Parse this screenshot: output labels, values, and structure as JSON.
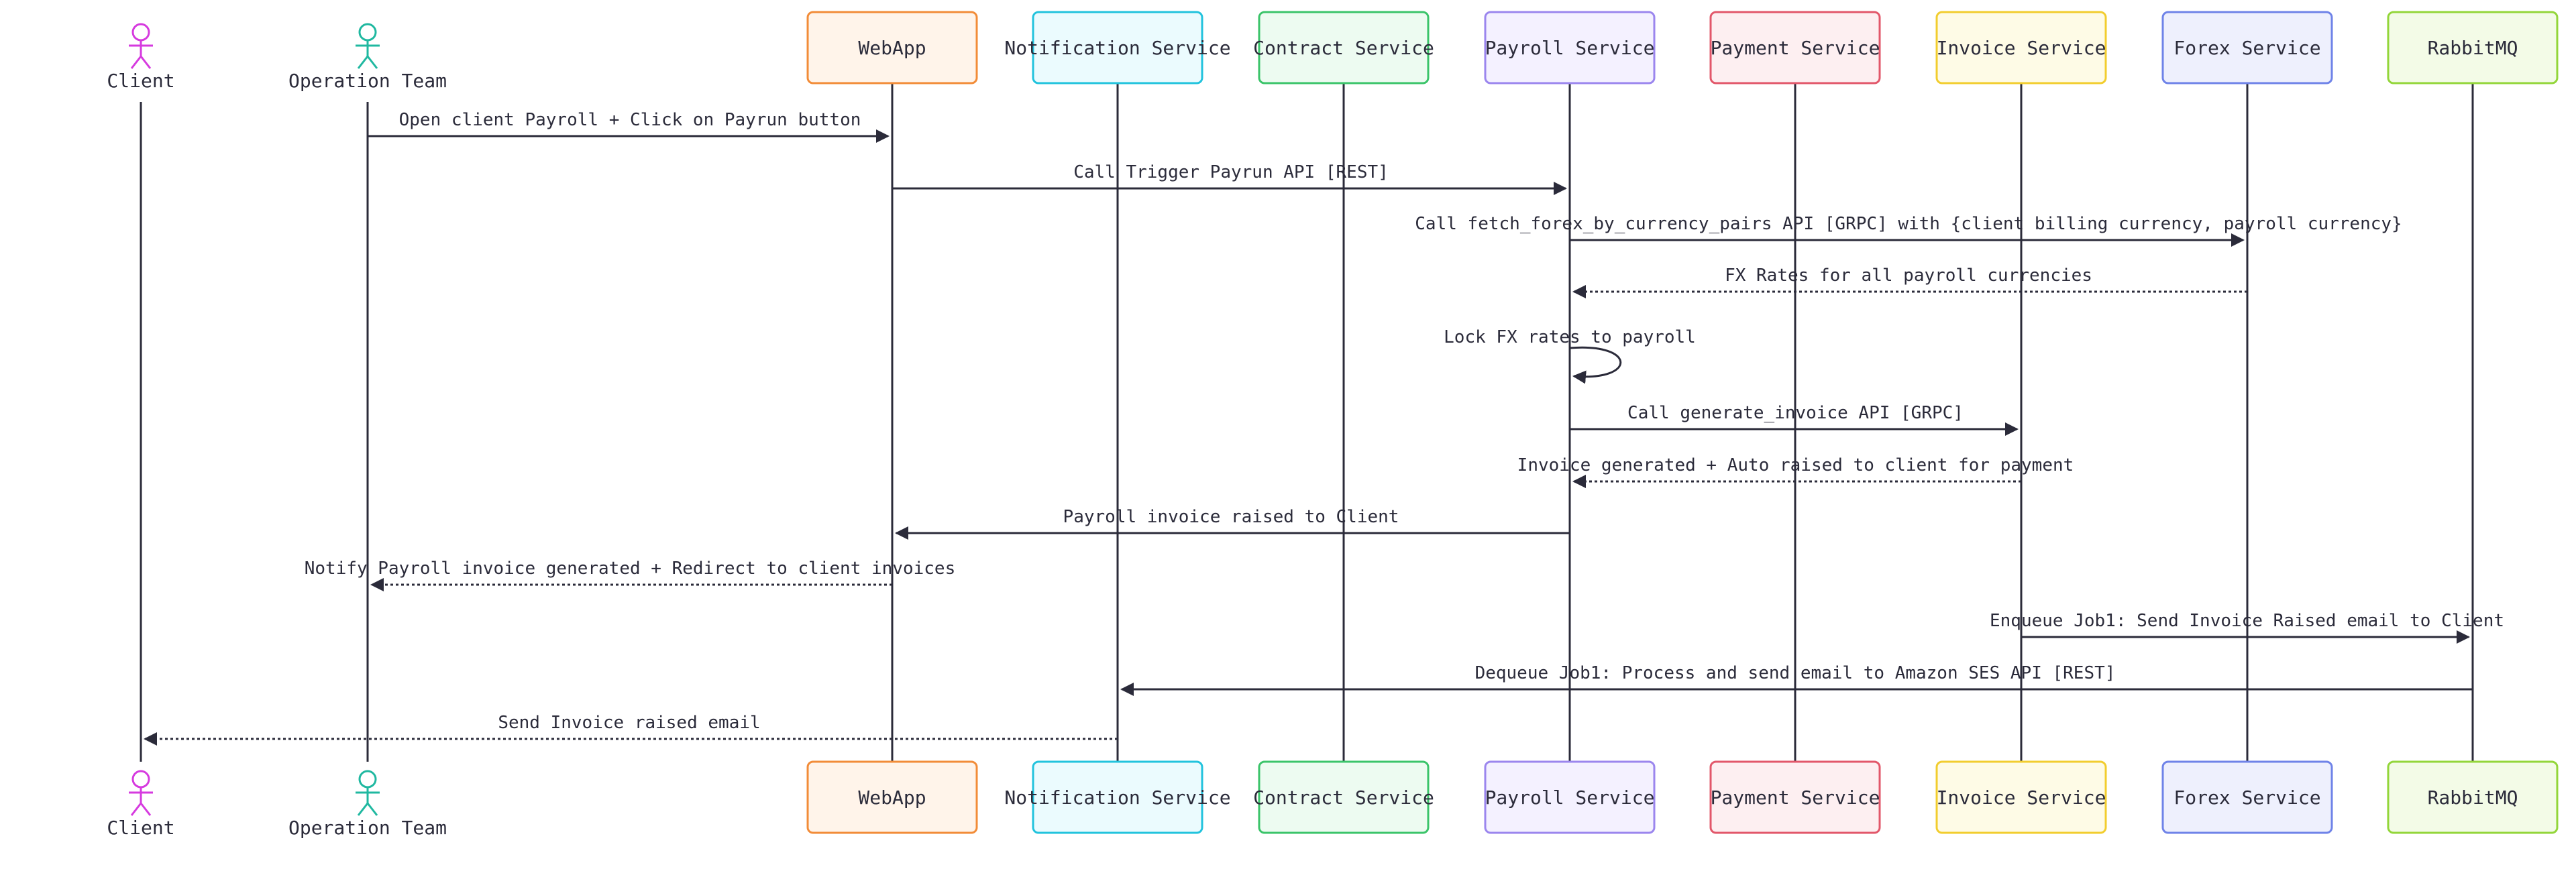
{
  "participants": [
    {
      "id": "client",
      "label": "Client",
      "kind": "actor",
      "color": "#d63adf"
    },
    {
      "id": "ops",
      "label": "Operation Team",
      "kind": "actor",
      "color": "#1fb8a0"
    },
    {
      "id": "webapp",
      "label": "WebApp",
      "kind": "box",
      "stroke": "#f28c38",
      "fill": "#fff4ea"
    },
    {
      "id": "notif",
      "label": "Notification Service",
      "kind": "box",
      "stroke": "#22c3dd",
      "fill": "#ebfbfe"
    },
    {
      "id": "contract",
      "label": "Contract Service",
      "kind": "box",
      "stroke": "#3bc46a",
      "fill": "#edfbf1"
    },
    {
      "id": "payroll",
      "label": "Payroll Service",
      "kind": "box",
      "stroke": "#9b86ee",
      "fill": "#f4f1ff"
    },
    {
      "id": "payment",
      "label": "Payment Service",
      "kind": "box",
      "stroke": "#e2576a",
      "fill": "#fdeff1"
    },
    {
      "id": "invoice",
      "label": "Invoice Service",
      "kind": "box",
      "stroke": "#f2cd2e",
      "fill": "#fefbe6"
    },
    {
      "id": "forex",
      "label": "Forex Service",
      "kind": "box",
      "stroke": "#6f83e8",
      "fill": "#eef0fd"
    },
    {
      "id": "rabbit",
      "label": "RabbitMQ",
      "kind": "box",
      "stroke": "#93d63a",
      "fill": "#f3fbe7"
    }
  ],
  "messages": [
    {
      "from": "ops",
      "to": "webapp",
      "text": "Open client Payroll + Click on Payrun button",
      "style": "solid"
    },
    {
      "from": "webapp",
      "to": "payroll",
      "text": "Call Trigger Payrun API [REST]",
      "style": "solid"
    },
    {
      "from": "payroll",
      "to": "forex",
      "text": "Call fetch_forex_by_currency_pairs API [GRPC] with {client billing currency, payroll currency}",
      "style": "solid"
    },
    {
      "from": "forex",
      "to": "payroll",
      "text": "FX Rates for all payroll currencies",
      "style": "dotted"
    },
    {
      "from": "payroll",
      "to": "payroll",
      "text": "Lock FX rates to payroll",
      "style": "self"
    },
    {
      "from": "payroll",
      "to": "invoice",
      "text": "Call generate_invoice API [GRPC]",
      "style": "solid"
    },
    {
      "from": "invoice",
      "to": "payroll",
      "text": "Invoice generated + Auto raised to client for payment",
      "style": "dotted"
    },
    {
      "from": "payroll",
      "to": "webapp",
      "text": "Payroll invoice raised to Client",
      "style": "solid"
    },
    {
      "from": "webapp",
      "to": "ops",
      "text": "Notify Payroll invoice generated + Redirect to client invoices",
      "style": "dotted"
    },
    {
      "from": "invoice",
      "to": "rabbit",
      "text": "Enqueue Job1: Send Invoice Raised email to Client",
      "style": "solid"
    },
    {
      "from": "rabbit",
      "to": "notif",
      "text": "Dequeue Job1: Process and send email to Amazon SES API [REST]",
      "style": "solid"
    },
    {
      "from": "notif",
      "to": "client",
      "text": "Send Invoice raised email",
      "style": "dotted"
    }
  ],
  "colors": {
    "line": "#2b2b3a",
    "text": "#2b2b3a"
  }
}
